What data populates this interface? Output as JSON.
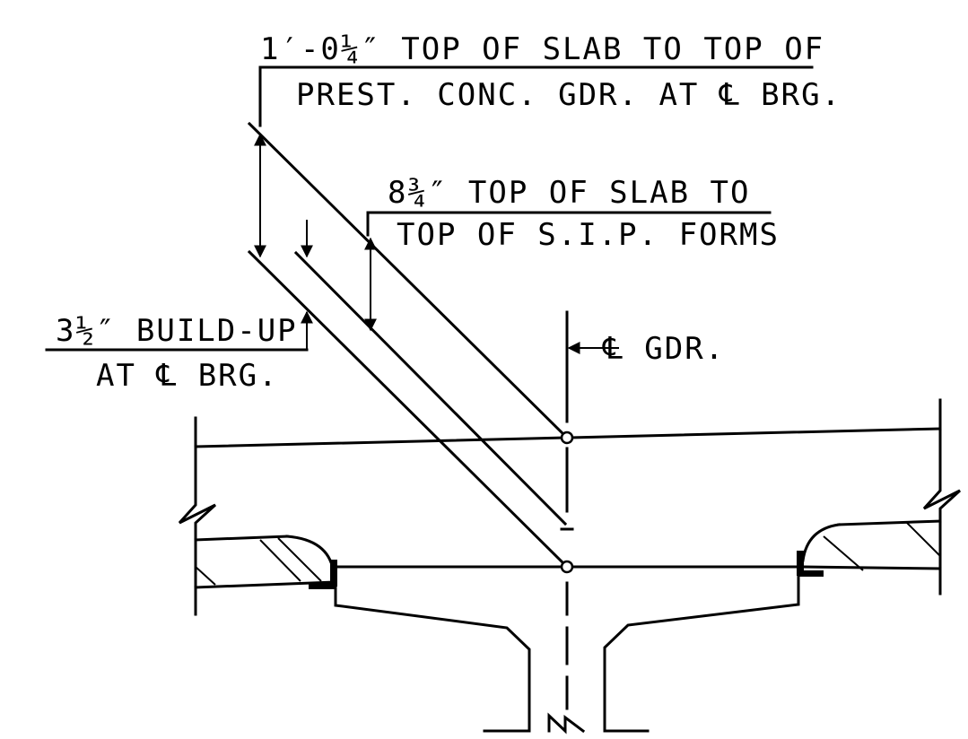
{
  "labels": {
    "slab_to_girder_line1": "1′-0¼″ TOP OF SLAB TO TOP OF",
    "slab_to_girder_line2": "PREST. CONC. GDR. AT ℄ BRG.",
    "slab_to_forms_line1": "8¾″ TOP OF SLAB TO",
    "slab_to_forms_line2": "TOP OF S.I.P. FORMS",
    "buildup_line1": "3½″ BUILD-UP",
    "buildup_line2": "AT ℄ BRG.",
    "girder_centerline": "℄ GDR."
  }
}
